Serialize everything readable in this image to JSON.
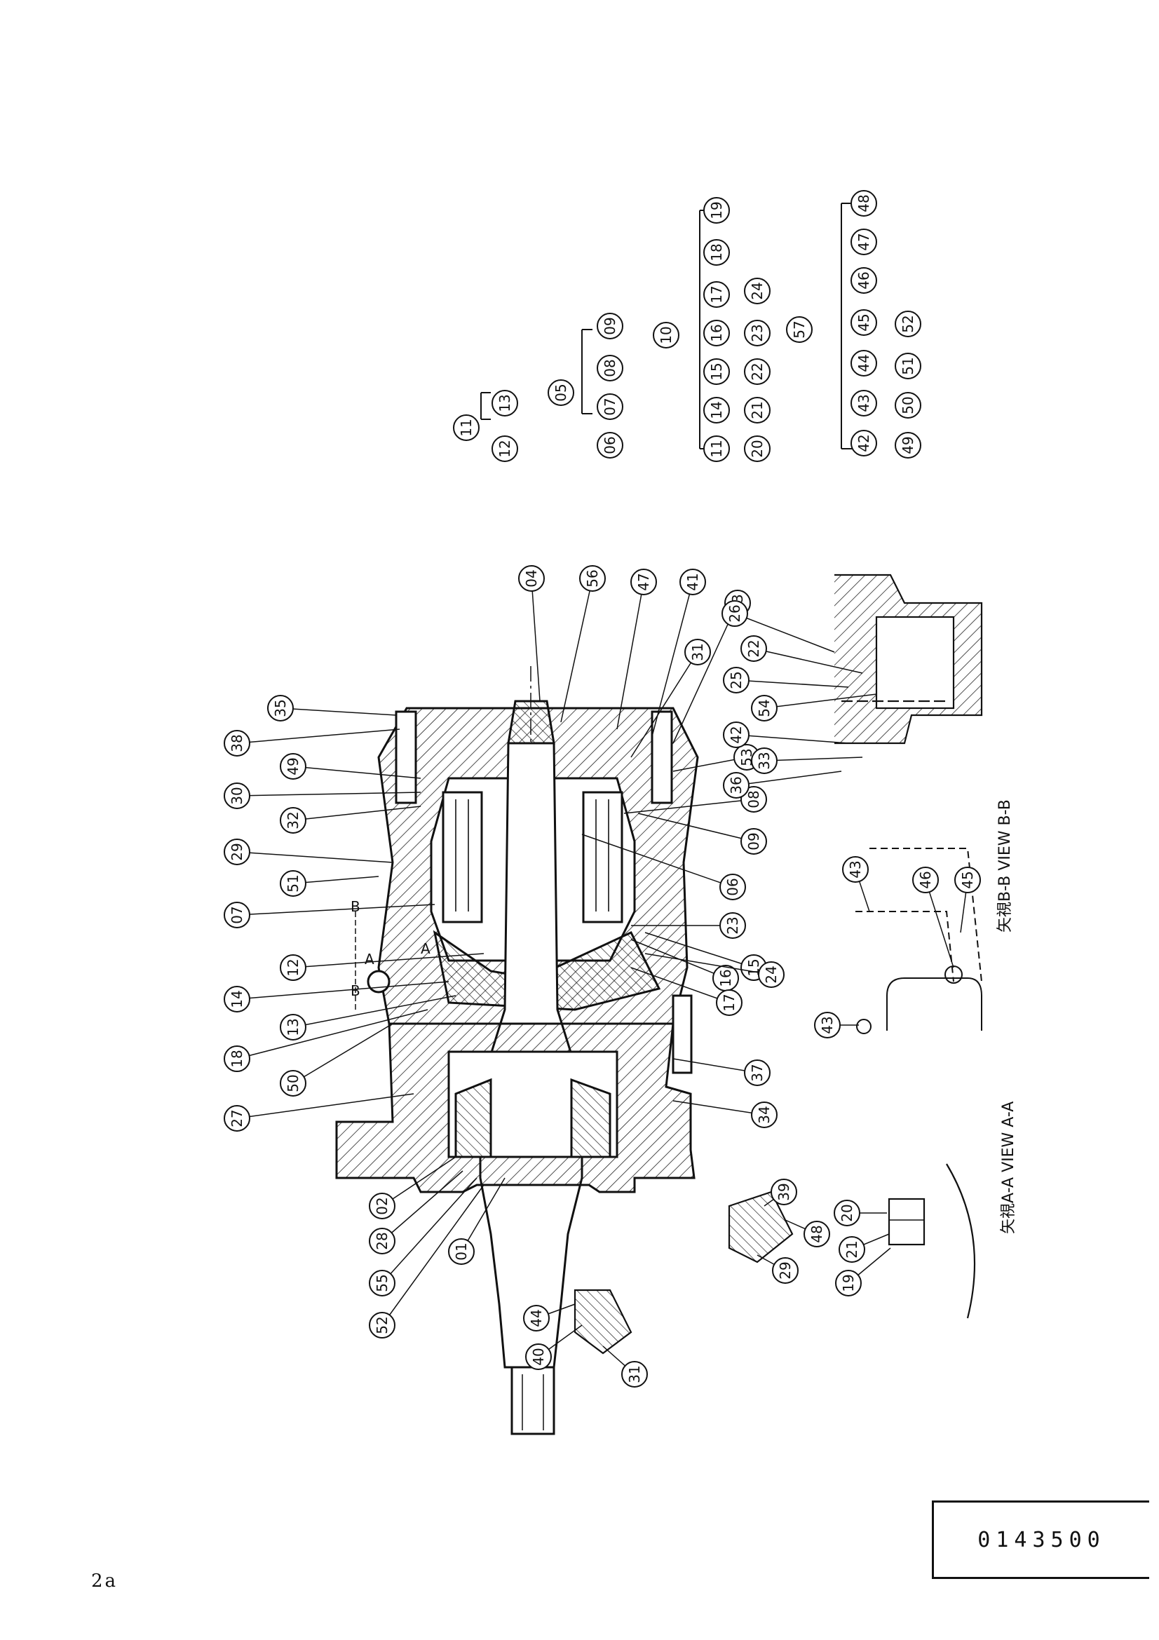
{
  "document_number": "0143500",
  "page_number": "2a",
  "views": {
    "view_a_a": "矢視A-A VIEW A-A",
    "view_b_b": "矢視B-B VIEW B-B"
  },
  "section_marks": [
    "A",
    "A",
    "B",
    "B"
  ],
  "assembly_groups": [
    {
      "parent": "11",
      "children": [
        "12",
        "13"
      ]
    },
    {
      "parent": "05",
      "children": [
        "06",
        "07",
        "08",
        "09"
      ]
    },
    {
      "parent": "10",
      "children": [
        "11",
        "14",
        "15",
        "16",
        "17",
        "18",
        "19",
        "20",
        "21",
        "22",
        "23",
        "24"
      ]
    },
    {
      "parent": "57",
      "children": [
        "42",
        "43",
        "44",
        "45",
        "46",
        "47",
        "48",
        "49",
        "50",
        "51",
        "52"
      ]
    }
  ],
  "main_callouts": [
    "35",
    "38",
    "49",
    "30",
    "32",
    "29",
    "51",
    "07",
    "12",
    "14",
    "13",
    "18",
    "50",
    "27",
    "02",
    "28",
    "55",
    "52",
    "01",
    "04",
    "56",
    "47",
    "41",
    "03",
    "31",
    "53",
    "08",
    "09",
    "06",
    "23",
    "15",
    "16",
    "24",
    "17",
    "37",
    "34"
  ],
  "detail_callouts": [
    "26",
    "22",
    "25",
    "54",
    "42",
    "33",
    "36",
    "43",
    "46",
    "45",
    "43",
    "39",
    "48",
    "29",
    "20",
    "21",
    "19",
    "44",
    "40",
    "31"
  ]
}
